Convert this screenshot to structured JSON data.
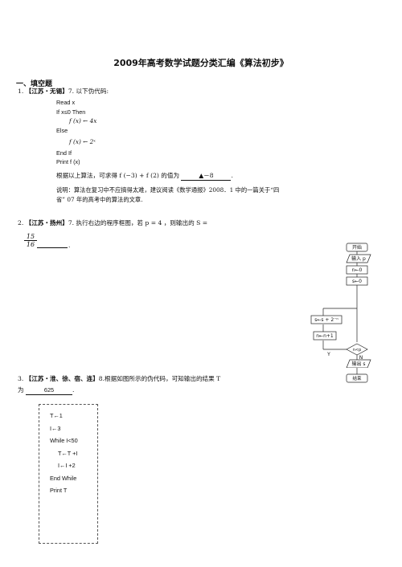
{
  "title": "2009年高考数学试题分类汇编《算法初步》",
  "section": "一、填空题",
  "q1": {
    "num": "1.",
    "src": "【江苏・无锡】",
    "label": "7. 以下伪代码:",
    "code": [
      "Read    x",
      "If    x≤0    Then",
      "f (x) ← 4x",
      "Else",
      "f (x) ← 2ˣ",
      "End    If",
      "Print    f (x)"
    ],
    "text1": "根据以上算法，可求得 f (−3) + f (2) 的值为",
    "answer": "▲－8",
    "note1": "说明：算法在复习中不应搞得太难，建议阅读《数学通报》2008．1 中的一篇关于“四",
    "note2": "省” 07 年的高考中的算法的文章."
  },
  "q2": {
    "num": "2.",
    "src": "【江苏・扬州】",
    "text": "7. 执行右边的程序框图，若 p = 4 ，则输出的 S =",
    "ans_num": "15",
    "ans_den": "16",
    "flow": {
      "start": "开始",
      "input": "输入 p",
      "n0": "n←0",
      "s0": "s←0",
      "cond": "n<p",
      "update_s": "s←s + 2⁻ⁿ",
      "update_n": "n←n+1",
      "yes": "Y",
      "no": "N",
      "output": "输出 s",
      "end": "结束"
    }
  },
  "q3": {
    "num": "3.",
    "src": "【江苏・淮、徐、宿、连】",
    "text": "8.根据如图所示的伪代码，可知输出的结果 T",
    "pre": "为",
    "answer": "625",
    "code": [
      "T←1",
      "I←3",
      "While I<50",
      "T←T +I",
      "I←I +2",
      "End    While",
      "Print    T"
    ]
  }
}
